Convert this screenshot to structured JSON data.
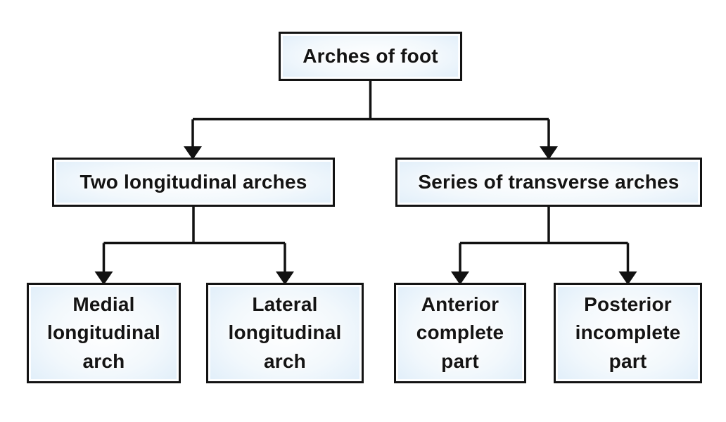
{
  "diagram": {
    "type": "flowchart",
    "background_color": "#ffffff",
    "box_border_color": "#131313",
    "box_fill_edge_color": "#d5e8f5",
    "box_fill_center_color": "#ffffff",
    "text_color": "#141414",
    "connector_color": "#111111",
    "nodes": {
      "root": {
        "label": "Arches of foot"
      },
      "longitudinal": {
        "label": "Two longitudinal arches"
      },
      "transverse": {
        "label": "Series of transverse arches"
      },
      "medial": {
        "label": "Medial longitudinal arch"
      },
      "lateral": {
        "label": "Lateral longitudinal arch"
      },
      "anterior": {
        "label": "Anterior complete part"
      },
      "posterior": {
        "label": "Posterior incomplete part"
      }
    },
    "edges": [
      {
        "from": "Arches of foot",
        "to": "Two longitudinal arches"
      },
      {
        "from": "Arches of foot",
        "to": "Series of transverse arches"
      },
      {
        "from": "Two longitudinal arches",
        "to": "Medial longitudinal arch"
      },
      {
        "from": "Two longitudinal arches",
        "to": "Lateral longitudinal arch"
      },
      {
        "from": "Series of transverse arches",
        "to": "Anterior complete part"
      },
      {
        "from": "Series of transverse arches",
        "to": "Posterior incomplete part"
      }
    ]
  }
}
